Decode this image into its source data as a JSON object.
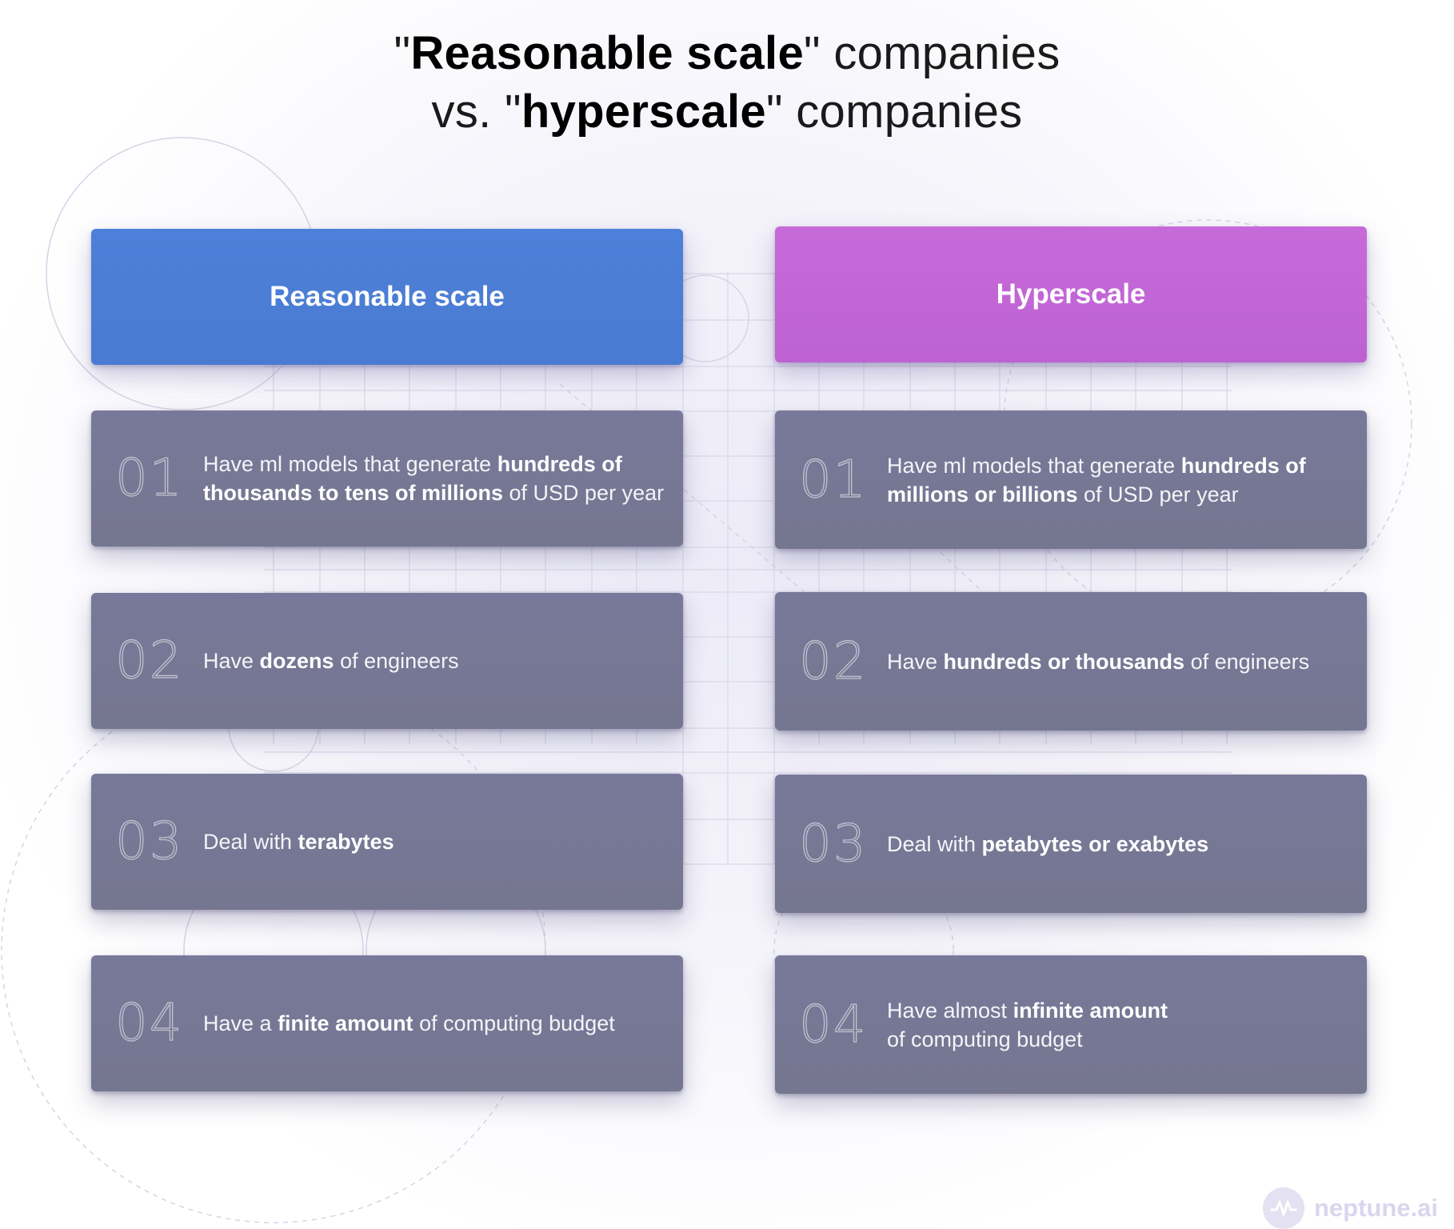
{
  "title": {
    "line1": {
      "q1": "\"",
      "bold": "Reasonable scale",
      "rest": "\" companies"
    },
    "line2": {
      "pre": "vs. \"",
      "bold": "hyperscale",
      "rest": "\" companies"
    }
  },
  "columns": {
    "left": {
      "header": "Reasonable scale",
      "color": "#4a7bd2",
      "items": [
        {
          "num": "01",
          "line1": {
            "pre": "Have ml models that generate ",
            "bold": "hundreds of",
            "post": ""
          },
          "line2": {
            "pre": "",
            "bold": "thousands to tens of millions",
            "post": " of USD per year"
          }
        },
        {
          "num": "02",
          "line1": {
            "pre": "Have ",
            "bold": "dozens",
            "post": " of engineers"
          }
        },
        {
          "num": "03",
          "line1": {
            "pre": "Deal with ",
            "bold": "terabytes",
            "post": ""
          }
        },
        {
          "num": "04",
          "line1": {
            "pre": "Have a ",
            "bold": "finite amount",
            "post": " of computing budget"
          }
        }
      ]
    },
    "right": {
      "header": "Hyperscale",
      "color": "#bd62d2",
      "items": [
        {
          "num": "01",
          "line1": {
            "pre": "Have ml models that generate ",
            "bold": "hundreds of",
            "post": ""
          },
          "line2": {
            "pre": "",
            "bold": "millions or billions",
            "post": " of USD per year"
          }
        },
        {
          "num": "02",
          "line1": {
            "pre": "Have ",
            "bold": "hundreds or thousands",
            "post": " of engineers"
          }
        },
        {
          "num": "03",
          "line1": {
            "pre": "Deal with ",
            "bold": "petabytes or exabytes",
            "post": ""
          }
        },
        {
          "num": "04",
          "line1": {
            "pre": "Have almost ",
            "bold": "infinite amount",
            "post": ""
          },
          "line2": {
            "pre": "of computing budget",
            "bold": "",
            "post": ""
          }
        }
      ]
    }
  },
  "logo": {
    "text": "neptune.ai",
    "icon": "neptune-logo-icon"
  },
  "card_color": "#76778f"
}
